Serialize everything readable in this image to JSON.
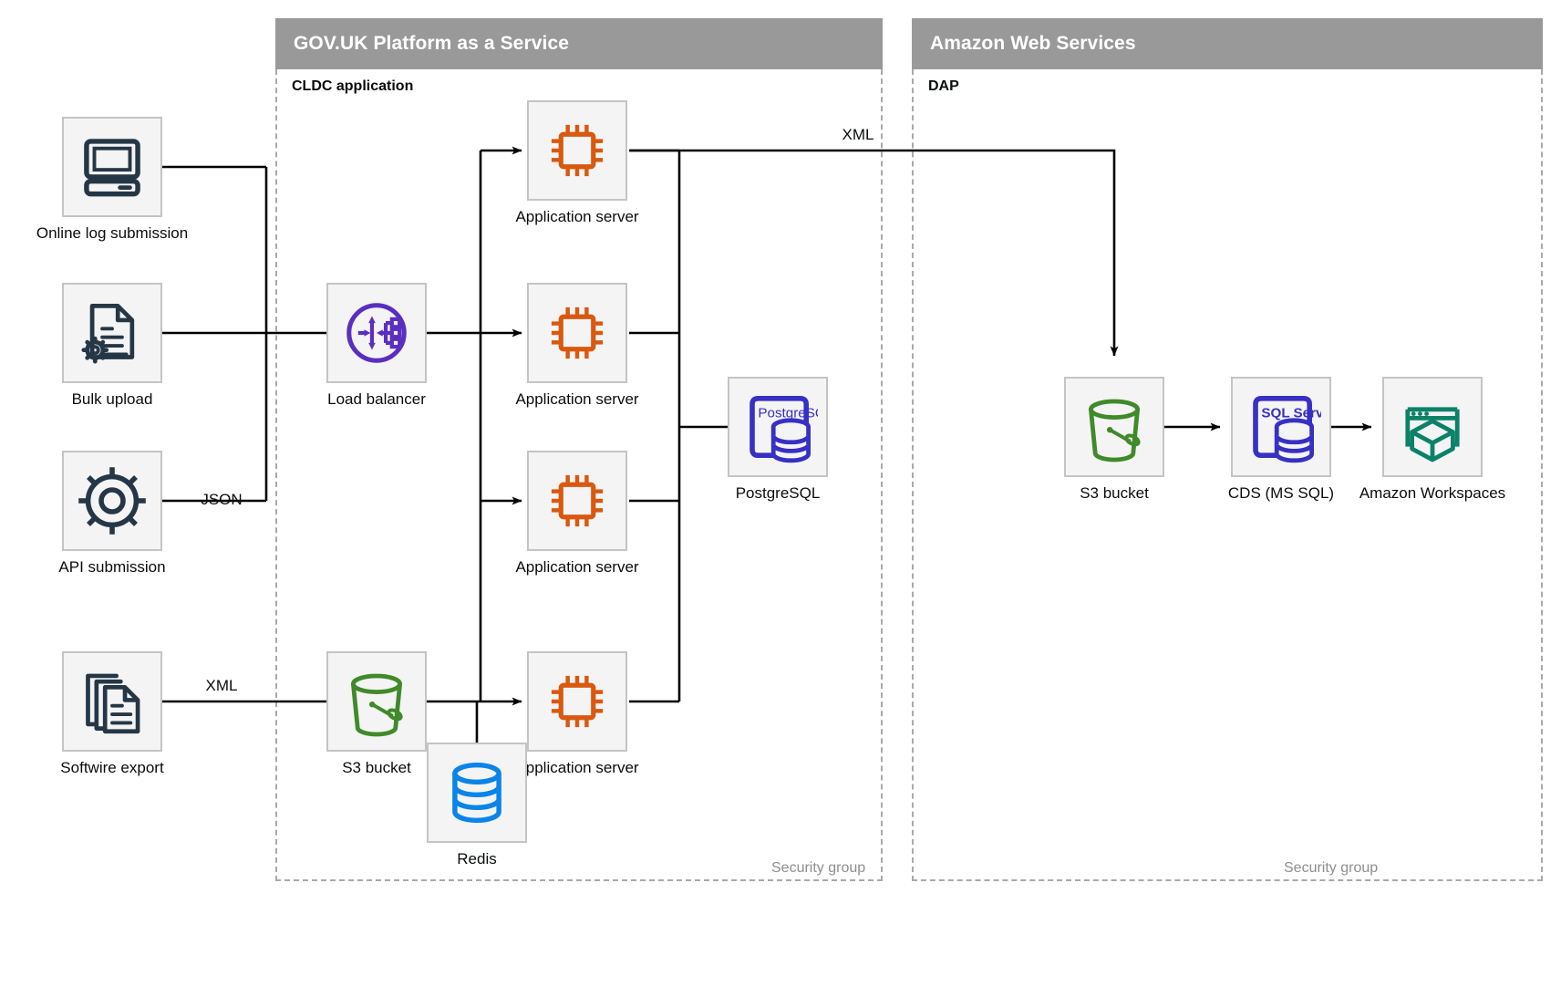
{
  "groups": [
    {
      "id": "paas",
      "title": "GOV.UK Platform as a Service",
      "sublabel": "CLDC application",
      "security_label": "Security group"
    },
    {
      "id": "aws",
      "title": "Amazon Web Services",
      "sublabel": "DAP",
      "security_label": "Security group"
    }
  ],
  "nodes": {
    "online_log": {
      "label": "Online log submission",
      "icon": "desktop-computer-icon",
      "color": "#253746"
    },
    "bulk_upload": {
      "label": "Bulk upload",
      "icon": "document-gear-icon",
      "color": "#253746"
    },
    "api_submission": {
      "label": "API submission",
      "icon": "gear-icon",
      "color": "#253746"
    },
    "softwire_export": {
      "label": "Softwire export",
      "icon": "stacked-documents-icon",
      "color": "#253746"
    },
    "load_balancer": {
      "label": "Load balancer",
      "icon": "load-balancer-icon",
      "color": "#5a2ec1"
    },
    "app_server_1": {
      "label": "Application server",
      "icon": "cpu-chip-icon",
      "color": "#d9590f"
    },
    "app_server_2": {
      "label": "Application server",
      "icon": "cpu-chip-icon",
      "color": "#d9590f"
    },
    "app_server_3": {
      "label": "Application server",
      "icon": "cpu-chip-icon",
      "color": "#d9590f"
    },
    "app_server_4": {
      "label": "Application server",
      "icon": "cpu-chip-icon",
      "color": "#d9590f"
    },
    "postgresql": {
      "label": "PostgreSQL",
      "icon": "postgresql-database-icon",
      "color": "#3730c4",
      "badge": "PostgreSQL"
    },
    "s3_paas": {
      "label": "S3 bucket",
      "icon": "s3-bucket-icon",
      "color": "#3f8a29"
    },
    "redis": {
      "label": "Redis",
      "icon": "redis-database-icon",
      "color": "#0b84e8"
    },
    "s3_aws": {
      "label": "S3 bucket",
      "icon": "s3-bucket-icon",
      "color": "#3f8a29"
    },
    "cds": {
      "label": "CDS (MS SQL)",
      "icon": "sql-server-database-icon",
      "color": "#3730c4",
      "badge": "SQL Server"
    },
    "workspaces": {
      "label": "Amazon Workspaces",
      "icon": "amazon-workspaces-icon",
      "color": "#0b8268"
    }
  },
  "edge_labels": {
    "api_json": "JSON",
    "softwire_xml": "XML",
    "appserver_xml": "XML"
  },
  "colors": {
    "group_header_bg": "#999999",
    "group_border": "#a9a9a9",
    "tile_bg": "#f4f4f4",
    "tile_border": "#c4c4c4",
    "wire": "#000000",
    "muted_text": "#8e8e8e"
  }
}
